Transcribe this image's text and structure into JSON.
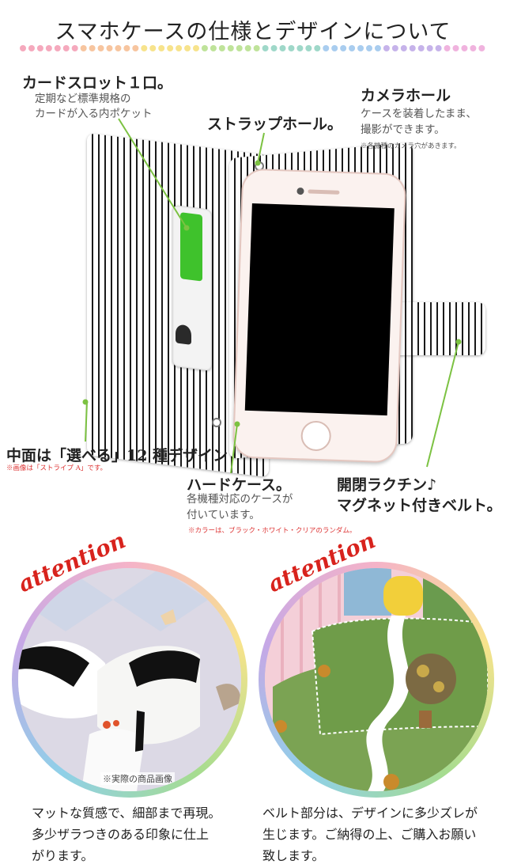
{
  "title": "スマホケースの仕様とデザインについて",
  "colors": {
    "accent_green": "#7cc242",
    "note_red": "#d33333",
    "attention_red": "#d8231d",
    "card_green": "#3fc22c"
  },
  "labels": {
    "card_slot": {
      "heading": "カードスロット１口。",
      "line1": "定期など標準規格の",
      "line2": "カードが入る内ポケット"
    },
    "strap_hole": {
      "heading": "ストラップホール。"
    },
    "camera_hole": {
      "heading": "カメラホール",
      "line1": "ケースを装着したまま、",
      "line2": "撮影ができます。",
      "note": "※各機種のカメラ穴があきます。"
    },
    "inner_design": {
      "heading": "中面は「選べる」12 種デザイン",
      "note": "※画像は「ストライプ A」です。"
    },
    "hard_case": {
      "heading": "ハードケース。",
      "line1": "各機種対応のケースが",
      "line2": "付いています。",
      "note": "※カラーは、ブラック・ホワイト・クリアのランダム。"
    },
    "belt": {
      "line1": "開閉ラクチン♪",
      "line2": "マグネット付きベルト。"
    }
  },
  "attention": {
    "label": "attention",
    "left": {
      "caption": "※実際の商品画像",
      "line1": "マットな質感で、細部まで再現。",
      "line2": "多少ザラつきのある印象に仕上",
      "line3": "がります。"
    },
    "right": {
      "line1": "ベルト部分は、デザインに多少ズレが",
      "line2": "生じます。ご納得の上、ご購入お願い",
      "line3": "致します。"
    }
  }
}
